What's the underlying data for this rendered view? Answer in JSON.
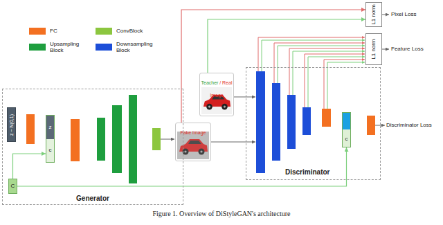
{
  "diagram": {
    "caption": "Figure 1. Overview of DiStyleGAN's architecture",
    "nodes": [
      {
        "text": [
          "Generator"
        ]
      },
      {
        "text": [
          "z ~ N(0,1)"
        ],
        "in": 0
      },
      {
        "text": [
          "z",
          "c"
        ],
        "in": 0
      },
      {
        "text": [
          "C"
        ],
        "in": 0
      },
      {
        "text": [
          "Fake Image"
        ]
      },
      {
        "text": [
          "Teacher",
          "/ Real Image"
        ]
      },
      {
        "text": [
          "Discriminator"
        ]
      },
      {
        "text": [
          "c"
        ],
        "in": 6
      },
      {
        "text": [
          "L1 norm"
        ]
      },
      {
        "text": [
          "L1 norm"
        ]
      }
    ],
    "edges": [
      {
        "from": 3,
        "to": 2,
        "arrow": "to"
      },
      {
        "from": 3,
        "to": 7,
        "arrow": "to"
      },
      {
        "from": 4,
        "to": 8,
        "arrow": "to"
      },
      {
        "from": 5,
        "to": 8,
        "arrow": "to"
      }
    ],
    "labels": [
      "Pixel Loss",
      "Feature Loss",
      "Discriminator Loss"
    ],
    "legend": [
      {
        "text": "FC",
        "color": "#f37021"
      },
      {
        "text": "ConvBlock",
        "color": "#8cc63f"
      },
      {
        "text": "Upsampling Block",
        "color": "#1e9e3e"
      },
      {
        "text": "Downsampling Block",
        "color": "#1d4ed8"
      }
    ]
  }
}
